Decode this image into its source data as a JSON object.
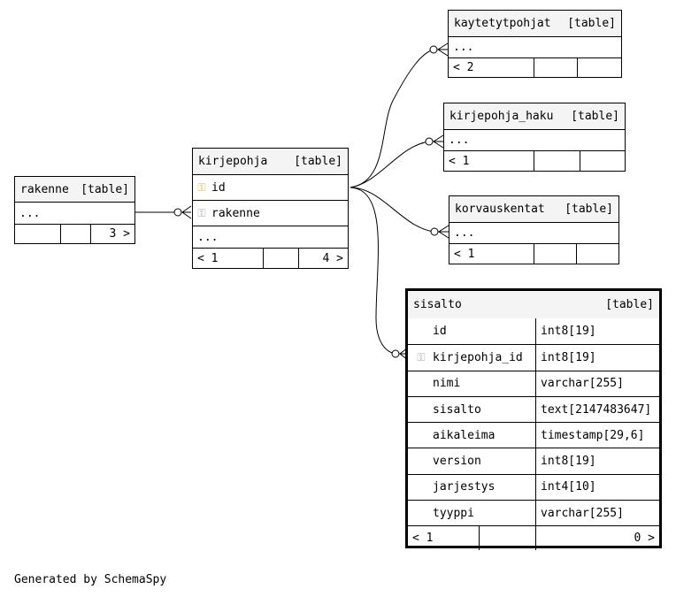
{
  "tables": {
    "rakenne": {
      "name": "rakenne",
      "tag": "[table]",
      "ellipsis": "...",
      "footer": [
        "",
        "",
        "3 >"
      ]
    },
    "kirjepohja": {
      "name": "kirjepohja",
      "tag": "[table]",
      "columns": [
        {
          "key": "pk",
          "name": "id"
        },
        {
          "key": "fk",
          "name": "rakenne"
        }
      ],
      "ellipsis": "...",
      "footer": [
        "< 1",
        "",
        "4 >"
      ]
    },
    "kaytetytpohjat": {
      "name": "kaytetytpohjat",
      "tag": "[table]",
      "ellipsis": "...",
      "footer": [
        "< 2",
        "",
        ""
      ]
    },
    "kirjepohja_haku": {
      "name": "kirjepohja_haku",
      "tag": "[table]",
      "ellipsis": "...",
      "footer": [
        "< 1",
        "",
        ""
      ]
    },
    "korvauskentat": {
      "name": "korvauskentat",
      "tag": "[table]",
      "ellipsis": "...",
      "footer": [
        "< 1",
        "",
        ""
      ]
    },
    "sisalto": {
      "name": "sisalto",
      "tag": "[table]",
      "columns": [
        {
          "key": "",
          "name": "id",
          "type": "int8[19]"
        },
        {
          "key": "fk",
          "name": "kirjepohja_id",
          "type": "int8[19]"
        },
        {
          "key": "",
          "name": "nimi",
          "type": "varchar[255]"
        },
        {
          "key": "",
          "name": "sisalto",
          "type": "text[2147483647]"
        },
        {
          "key": "",
          "name": "aikaleima",
          "type": "timestamp[29,6]"
        },
        {
          "key": "",
          "name": "version",
          "type": "int8[19]"
        },
        {
          "key": "",
          "name": "jarjestys",
          "type": "int4[10]"
        },
        {
          "key": "",
          "name": "tyyppi",
          "type": "varchar[255]"
        }
      ],
      "footer": [
        "< 1",
        "",
        "0 >"
      ]
    }
  },
  "icons": {
    "primary_key": "key-icon",
    "foreign_key": "key-icon"
  },
  "colors": {
    "primary_key": "#e3c000",
    "foreign_key": "#a8a8a8",
    "header_bg": "#f4f4f4"
  },
  "note": "Generated by SchemaSpy"
}
